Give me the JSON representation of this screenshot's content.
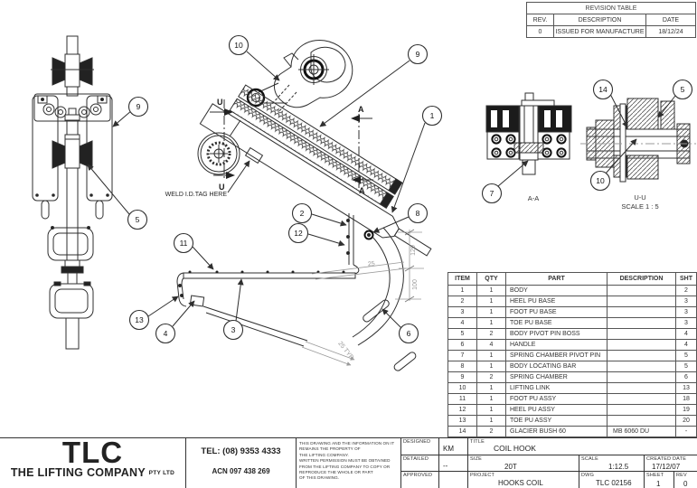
{
  "revision_table": {
    "title": "REVISION TABLE",
    "headers": [
      "REV.",
      "DESCRIPTION",
      "DATE"
    ],
    "rows": [
      [
        "0",
        "ISSUED FOR MANUFACTURE",
        "18/12/24"
      ]
    ]
  },
  "parts_table": {
    "headers": [
      "ITEM",
      "QTY",
      "PART",
      "DESCRIPTION",
      "SHT"
    ],
    "rows": [
      [
        "1",
        "1",
        "BODY",
        "",
        "2"
      ],
      [
        "2",
        "1",
        "HEEL PU BASE",
        "",
        "3"
      ],
      [
        "3",
        "1",
        "FOOT PU BASE",
        "",
        "3"
      ],
      [
        "4",
        "1",
        "TOE PU BASE",
        "",
        "3"
      ],
      [
        "5",
        "2",
        "BODY PIVOT PIN BOSS",
        "",
        "4"
      ],
      [
        "6",
        "4",
        "HANDLE",
        "",
        "4"
      ],
      [
        "7",
        "1",
        "SPRING CHAMBER PIVOT PIN",
        "",
        "5"
      ],
      [
        "8",
        "1",
        "BODY LOCATING BAR",
        "",
        "5"
      ],
      [
        "9",
        "2",
        "SPRING CHAMBER",
        "",
        "6"
      ],
      [
        "10",
        "1",
        "LIFTING LINK",
        "",
        "13"
      ],
      [
        "11",
        "1",
        "FOOT PU ASSY",
        "",
        "18"
      ],
      [
        "12",
        "1",
        "HEEL PU ASSY",
        "",
        "19"
      ],
      [
        "13",
        "1",
        "TOE PU ASSY",
        "",
        "20"
      ],
      [
        "14",
        "2",
        "GLACIER BUSH 60",
        "MB 6060 DU",
        "-"
      ]
    ]
  },
  "drawing": {
    "weld_note": "WELD I.D.TAG HERE",
    "section_labels": {
      "u_top": "U",
      "u_bottom": "U",
      "a_top": "A",
      "a_bottom": "A"
    },
    "detail_aa": {
      "label": "A-A"
    },
    "detail_uu": {
      "label": "U-U",
      "scale": "SCALE 1 : 5"
    },
    "dimensions": {
      "d120": "120",
      "d100": "100",
      "d25": "25",
      "d25typ": "25 TYP"
    },
    "callouts": [
      "9",
      "5",
      "13",
      "10",
      "9",
      "1",
      "2",
      "12",
      "8",
      "11",
      "4",
      "3",
      "6",
      "7",
      "14",
      "5",
      "10"
    ],
    "line_color": "#2f2f2f",
    "dim_color": "#9a9a9a"
  },
  "title_block": {
    "logo": "TLC",
    "company": "THE LIFTING COMPANY",
    "company_suffix": "PTY LTD",
    "tel": "TEL: (08) 9353 4333",
    "acn": "ACN 097 438 269",
    "disclaimer": [
      "THIS DRAWING AND THE INFORMATION ON IT",
      "REMAINS THE PROPERTY OF",
      "THE LIFTING COMPANY.",
      "WRITTEN PERMISSION MUST BE OBTAINED",
      "FROM THE LIFTING COMPANY TO COPY OR",
      "REPRODUCE THE WHOLE OR PART",
      "OF THIS DRAWING."
    ],
    "designed_label": "DESIGNED",
    "designed_value": "KM",
    "detailed_label": "DETAILED",
    "detailed_value": "--",
    "approved_label": "APPROVED",
    "approved_value": "",
    "title_label": "TITLE",
    "title_value": "COIL HOOK",
    "size_label": "SIZE",
    "size_value": "20T",
    "scale_label": "SCALE",
    "scale_value": "1:12.5",
    "created_label": "CREATED DATE",
    "created_value": "17/12/07",
    "project_label": "PROJECT",
    "project_value": "HOOKS COIL",
    "dwg_label": "DWG",
    "dwg_value": "TLC 02156",
    "sheet_label": "SHEET",
    "sheet_value": "1",
    "rev_label": "REV",
    "rev_value": "0"
  }
}
